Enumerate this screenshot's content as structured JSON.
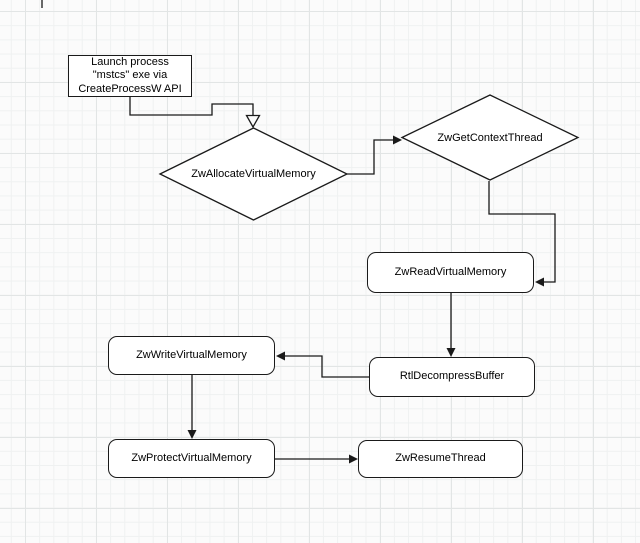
{
  "canvas": {
    "background": "#fbfbfb",
    "grid_minor_color": "#eff1f1",
    "grid_major_color": "#e2e5e5",
    "shape_fill": "#ffffff",
    "stroke_color": "#1a1a1a"
  },
  "nodes": {
    "launch": {
      "shape": "rectangle",
      "label": "Launch process\n\"mstcs\" exe via\nCreateProcessW API"
    },
    "allocate": {
      "shape": "diamond",
      "label": "ZwAllocateVirtualMemory"
    },
    "getcontext": {
      "shape": "diamond",
      "label": "ZwGetContextThread"
    },
    "read": {
      "shape": "rounded-rectangle",
      "label": "ZwReadVirtualMemory"
    },
    "decompress": {
      "shape": "rounded-rectangle",
      "label": "RtlDecompressBuffer"
    },
    "write": {
      "shape": "rounded-rectangle",
      "label": "ZwWriteVirtualMemory"
    },
    "protect": {
      "shape": "rounded-rectangle",
      "label": "ZwProtectVirtualMemory"
    },
    "resume": {
      "shape": "rounded-rectangle",
      "label": "ZwResumeThread"
    }
  },
  "edges": [
    {
      "from": "launch",
      "to": "allocate",
      "arrowhead": "open-triangle"
    },
    {
      "from": "allocate",
      "to": "getcontext",
      "arrowhead": "filled"
    },
    {
      "from": "getcontext",
      "to": "read",
      "arrowhead": "filled"
    },
    {
      "from": "read",
      "to": "decompress",
      "arrowhead": "filled"
    },
    {
      "from": "decompress",
      "to": "write",
      "arrowhead": "filled"
    },
    {
      "from": "write",
      "to": "protect",
      "arrowhead": "filled"
    },
    {
      "from": "protect",
      "to": "resume",
      "arrowhead": "filled"
    }
  ]
}
